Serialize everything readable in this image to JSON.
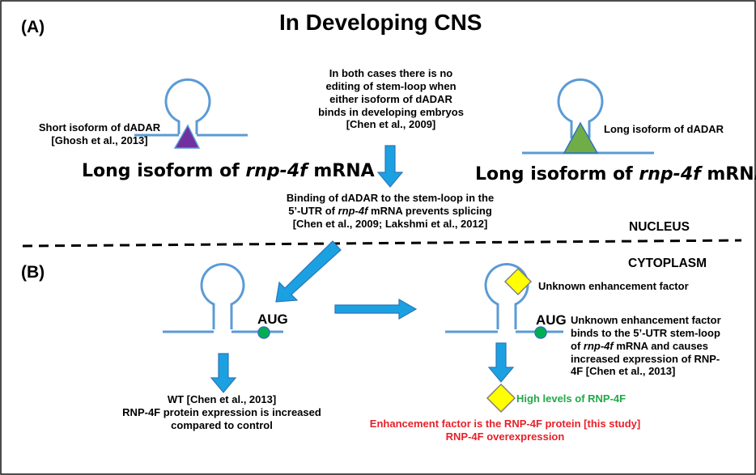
{
  "title": "In Developing CNS",
  "panel_a": {
    "label": "(A)",
    "left_dadar": [
      "Short isoform of dADAR",
      "[Ghosh et al., 2013]"
    ],
    "left_caption": {
      "pre": "Long isoform of ",
      "gene": "rnp-4f",
      "post": " mRNA"
    },
    "center_note": [
      "In both cases there is no",
      "editing of stem-loop when",
      "either isoform of dADAR",
      "binds in developing embryos",
      "[Chen et al., 2009]"
    ],
    "right_dadar": "Long isoform of dADAR",
    "right_caption": {
      "pre": "Long isoform of ",
      "gene": "rnp-4f",
      "post": " mRNA"
    },
    "binding_line1": "Binding of dADAR to the stem-loop in the",
    "binding_line2": {
      "pre": "5’-UTR of ",
      "gene": "rnp-4f",
      "post": " mRNA prevents splicing"
    },
    "binding_line3": "[Chen et al., 2009; Lakshmi et al., 2012]",
    "nucleus_label": "NUCLEUS"
  },
  "panel_b": {
    "label": "(B)",
    "cytoplasm_label": "CYTOPLASM",
    "left_aug": "AUG",
    "left_result": [
      "WT [Chen et al., 2013]",
      "RNP-4F protein expression is increased",
      "compared to control"
    ],
    "right_factor_label": "Unknown enhancement factor",
    "right_aug": "AUG",
    "right_desc": {
      "line1": "Unknown enhancement factor",
      "line2": "binds to the 5’-UTR stem-loop",
      "line3_gene": "rnp-4f",
      "line3_pre": "of ",
      "line3_post": " mRNA and causes",
      "line4": "increased expression of RNP-",
      "line5": "4F [Chen et al., 2013]"
    },
    "high_levels": "High levels of RNP-4F",
    "conclusion": [
      "Enhancement factor is the RNP-4F protein [this study]",
      "RNP-4F overexpression"
    ]
  },
  "colors": {
    "rna": "#5b9bd5",
    "arrow_fill": "#1ba1e2",
    "arrow_stroke": "#2e75b6",
    "purple": "#7030a0",
    "dadar_green": "#70ad47",
    "aug_dot": "#00b050",
    "factor_yellow": "#ffff00",
    "text_green": "#22a84a",
    "text_red": "#e8202a"
  }
}
